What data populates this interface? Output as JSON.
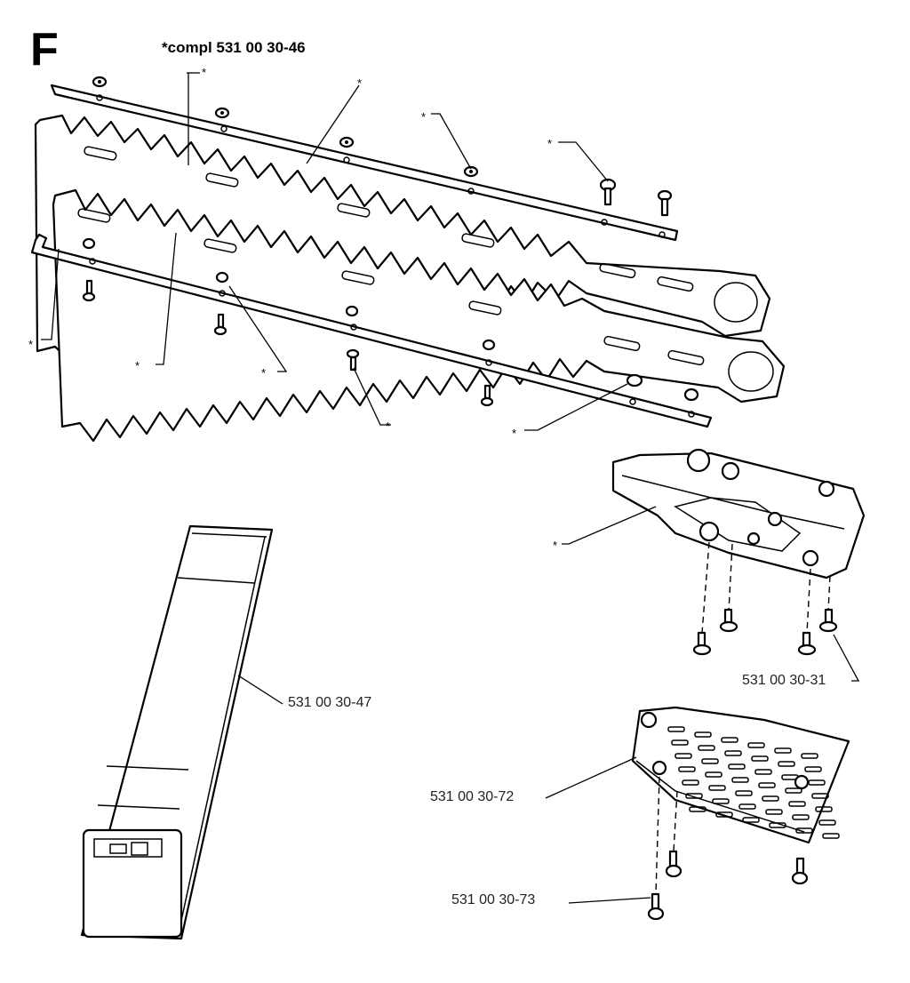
{
  "diagram": {
    "section_letter": "F",
    "kit_label": "*compl 531 00 30-46",
    "asterisk": "*",
    "parts": {
      "blade_cover": "531 00 30-47",
      "screw_set": "531 00 30-31",
      "guard_plate": "531 00 30-72",
      "plate_screw": "531 00 30-73"
    }
  }
}
